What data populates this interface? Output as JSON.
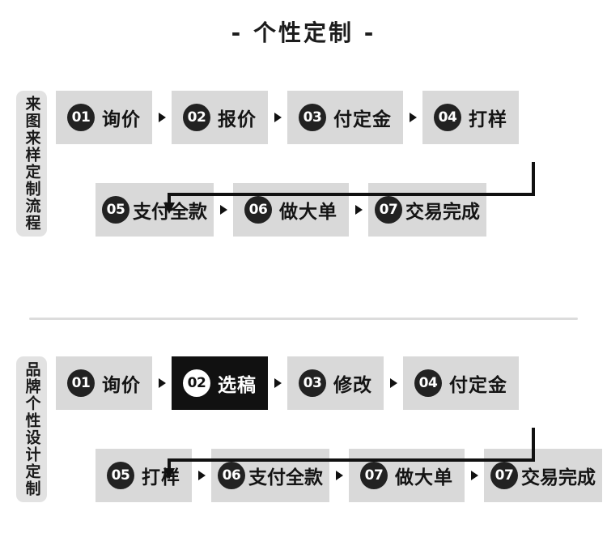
{
  "page": {
    "title": "- 个性定制 -",
    "background_color": "#ffffff",
    "box_color": "#d9d9d9",
    "highlight_color": "#111111",
    "badge_color": "#222222",
    "label_chip_color": "#e2e2e2",
    "divider_color": "#dcdcdc"
  },
  "sections": [
    {
      "label": "来图来样定制流程",
      "rows": [
        {
          "steps": [
            {
              "number": "01",
              "label": "询价",
              "highlighted": false
            },
            {
              "number": "02",
              "label": "报价",
              "highlighted": false
            },
            {
              "number": "03",
              "label": "付定金",
              "highlighted": false
            },
            {
              "number": "04",
              "label": "打样",
              "highlighted": false
            }
          ]
        },
        {
          "steps": [
            {
              "number": "05",
              "label": "支付全款",
              "highlighted": false
            },
            {
              "number": "06",
              "label": "做大单",
              "highlighted": false
            },
            {
              "number": "07",
              "label": "交易完成",
              "highlighted": false
            }
          ]
        }
      ]
    },
    {
      "label": "品牌个性设计定制",
      "rows": [
        {
          "steps": [
            {
              "number": "01",
              "label": "询价",
              "highlighted": false
            },
            {
              "number": "02",
              "label": "选稿",
              "highlighted": true
            },
            {
              "number": "03",
              "label": "修改",
              "highlighted": false
            },
            {
              "number": "04",
              "label": "付定金",
              "highlighted": false
            }
          ]
        },
        {
          "steps": [
            {
              "number": "05",
              "label": "打样",
              "highlighted": false
            },
            {
              "number": "06",
              "label": "支付全款",
              "highlighted": false
            },
            {
              "number": "07",
              "label": "做大单",
              "highlighted": false
            },
            {
              "number": "07",
              "label": "交易完成",
              "highlighted": false
            }
          ]
        }
      ]
    }
  ]
}
